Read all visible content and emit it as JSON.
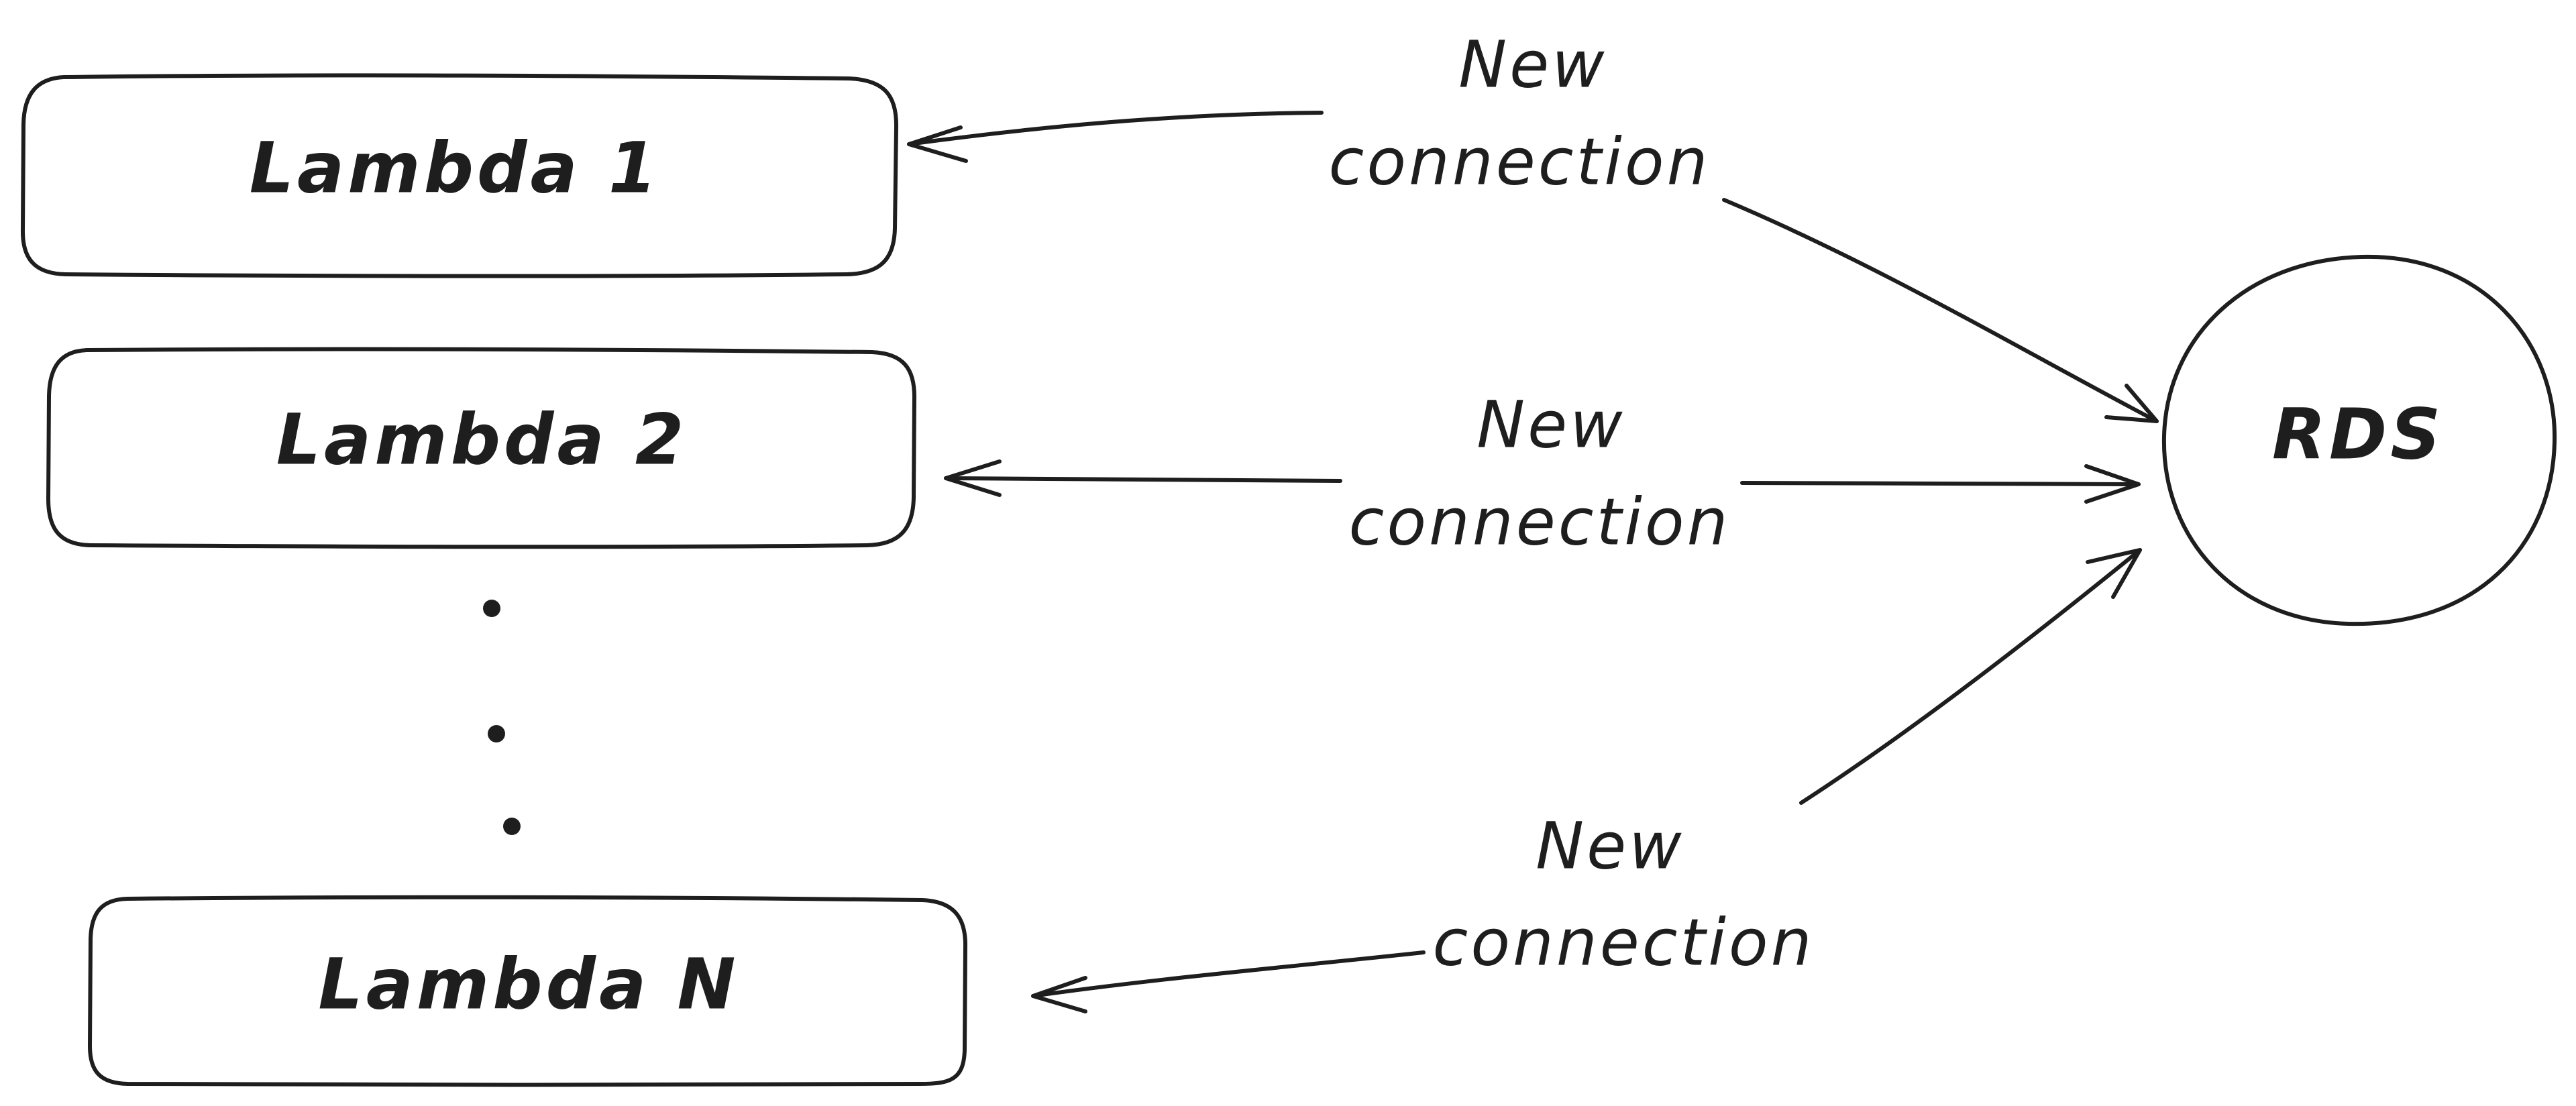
{
  "nodes": {
    "lambda_1": "Lambda 1",
    "lambda_2": "Lambda 2",
    "lambda_n": "Lambda N",
    "rds": "RDS"
  },
  "edges": [
    {
      "label_line1": "New",
      "label_line2": "connection"
    },
    {
      "label_line1": "New",
      "label_line2": "connection"
    },
    {
      "label_line1": "New",
      "label_line2": "connection"
    }
  ],
  "colors": {
    "stroke": "#1e1e1e",
    "background": "#ffffff"
  }
}
